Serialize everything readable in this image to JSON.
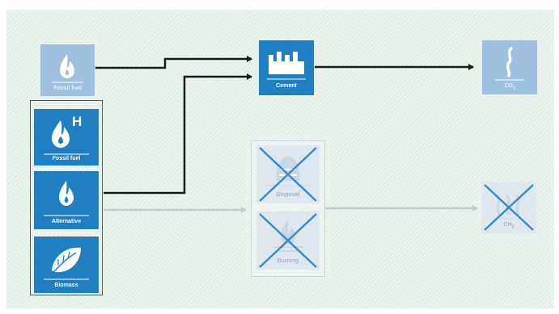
{
  "nodes": {
    "fossil_fuel_top": {
      "label": "Fossil fuel"
    },
    "cement": {
      "label": "Cement"
    },
    "co2": {
      "label": "CO",
      "label_sub": "2"
    },
    "fossil_fuel_h": {
      "label": "Fossil fuel",
      "badge": "H"
    },
    "alternative": {
      "label": "Alternative"
    },
    "biomass": {
      "label": "Biomass"
    },
    "disposal": {
      "label": "Disposal"
    },
    "burning": {
      "label": "Burning"
    },
    "ch4": {
      "label": "CH",
      "label_sub": "4"
    }
  },
  "colors": {
    "tile_blue": "#1f7fc0",
    "tile_pale": "#9fc0df",
    "tile_faded": "#dfe8ef",
    "cross": "#3a8cc8",
    "arrow_dark": "#1a1a1a",
    "arrow_grey": "#c4cbcb",
    "panel": "#e4efe8"
  },
  "icons": {
    "fossil_fuel_top": "flame-icon",
    "cement": "factory-icon",
    "co2": "smoke-icon",
    "fossil_fuel_h": "flame-icon",
    "alternative": "flame-icon",
    "biomass": "leaf-icon",
    "disposal": "landfill-icon",
    "burning": "fire-icon",
    "ch4": "methane-icon"
  }
}
